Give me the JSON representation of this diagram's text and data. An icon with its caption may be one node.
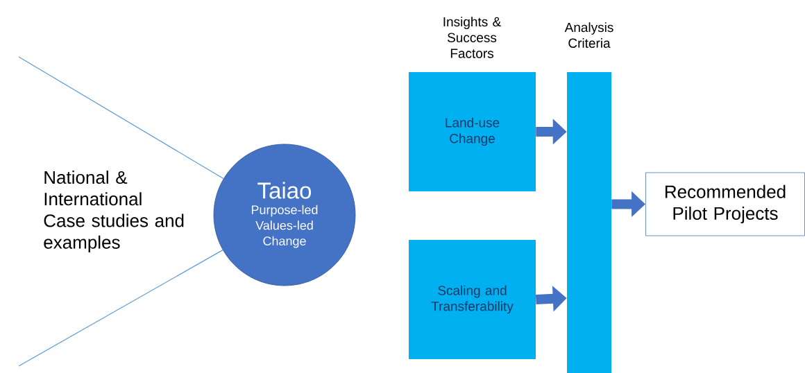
{
  "diagram": {
    "nodes": [
      {
        "text": [
          "National & International Case studies and examples"
        ]
      },
      {
        "text": [
          "Taiao",
          "Purpose-led Values-led Change"
        ]
      },
      {
        "text": [
          "Land-use Change"
        ]
      },
      {
        "text": [
          "Scaling and Transferability"
        ]
      },
      {
        "text": [
          "Analysis Criteria"
        ]
      },
      {
        "text": [
          "Recommended Pilot Projects"
        ]
      }
    ],
    "edges": [
      {
        "from": null,
        "to": 1,
        "arrow": "none",
        "color": "#5b9bd5"
      },
      {
        "from": null,
        "to": 1,
        "arrow": "none",
        "color": "#5b9bd5"
      },
      {
        "from": 2,
        "to": 4,
        "arrow": "to"
      },
      {
        "from": 3,
        "to": 4,
        "arrow": "to"
      },
      {
        "from": 4,
        "to": 5,
        "arrow": "to"
      }
    ],
    "labels": [
      "Insights & Success Factors"
    ]
  }
}
